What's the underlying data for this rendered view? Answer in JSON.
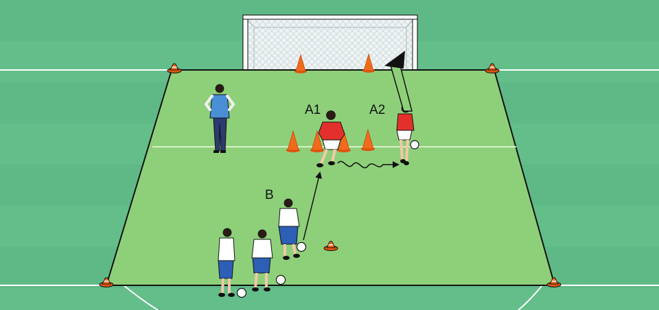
{
  "labels": {
    "attacker_1": "A1",
    "attacker_2": "A2",
    "group_b": "B"
  },
  "colors": {
    "outer_grass": "#63be8a",
    "outer_grass_stripe": "#5ab482",
    "pitch": "#8ed07a",
    "cone": "#f26b1c",
    "red_kit": "#e2312c",
    "blue_shorts": "#2c5fb5",
    "coach_jacket": "#4a8fd6",
    "coach_trousers": "#2a3b70",
    "lines": "#ffffff",
    "outline": "#111111"
  },
  "icons": {
    "cone": "cone-icon",
    "ball": "ball-icon",
    "goal": "goal-icon"
  }
}
